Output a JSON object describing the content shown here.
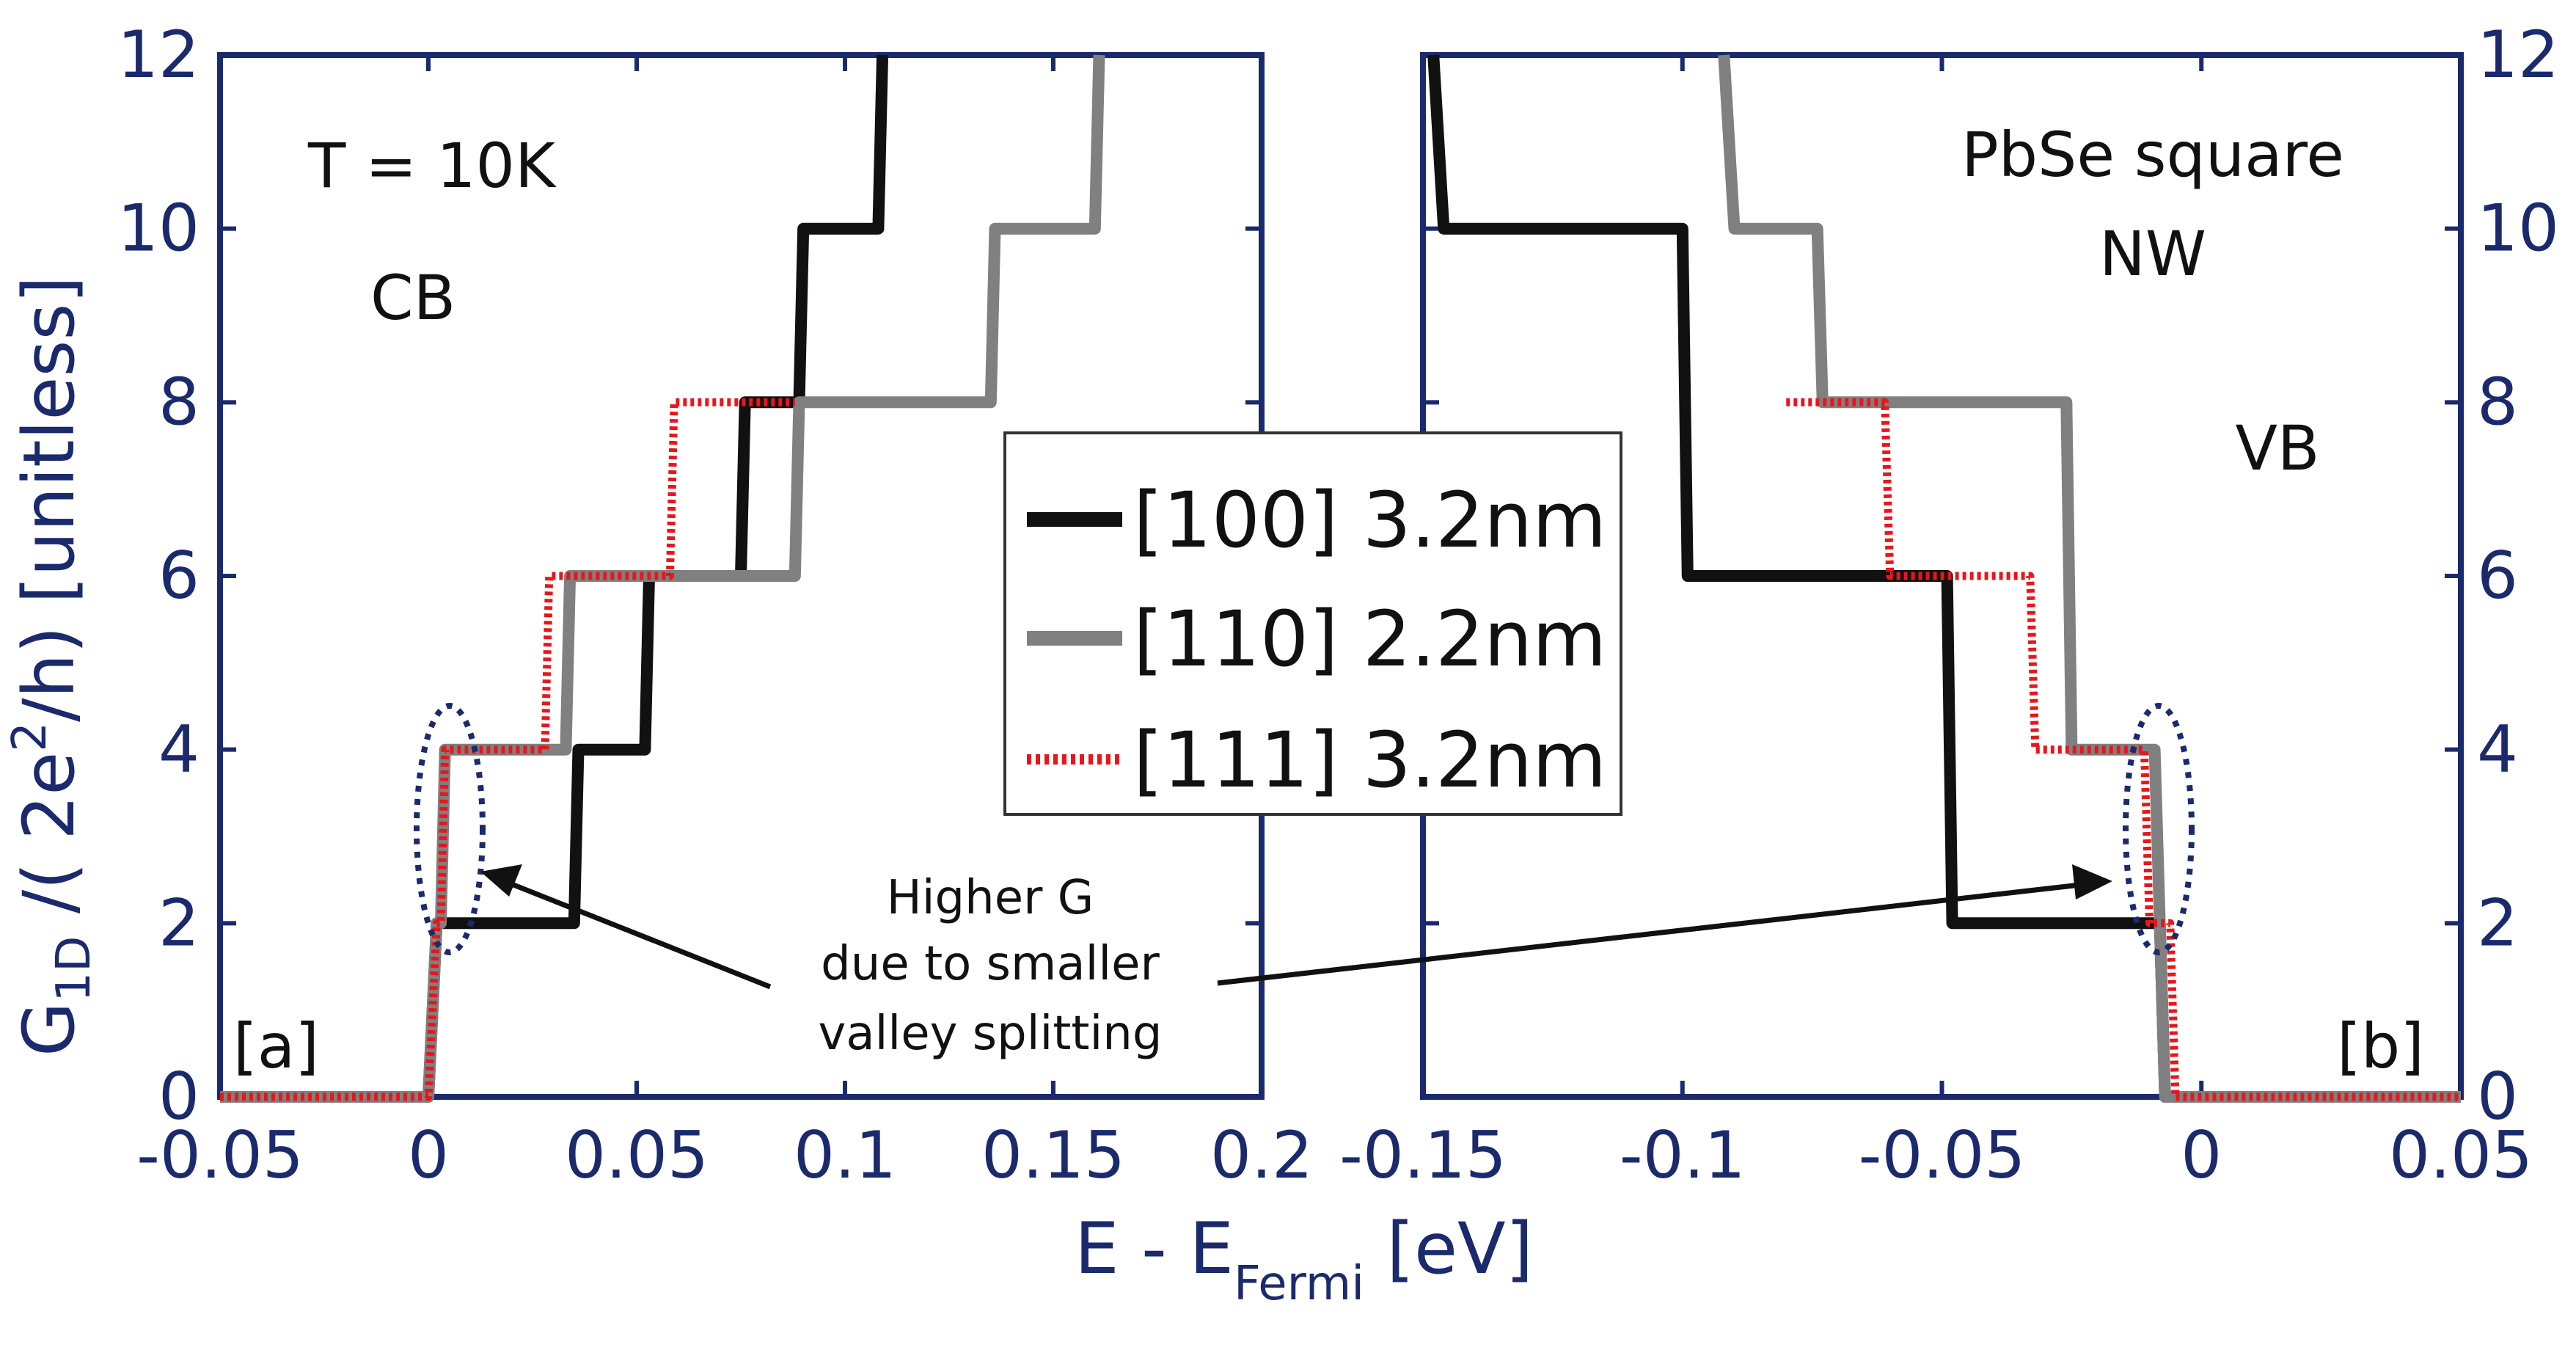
{
  "chart_data": [
    {
      "panel_label": "[a]",
      "type": "line",
      "xlabel_main": "E - E",
      "xlabel_sub": "Fermi",
      "xlabel_unit": " [eV]",
      "ylabel_main": "G",
      "ylabel_sub": "1D",
      "ylabel_rest_1": " /( 2e",
      "ylabel_sup": "2",
      "ylabel_rest_2": "/h) [unitless]",
      "xlim": [
        -0.05,
        0.2
      ],
      "ylim": [
        0,
        12
      ],
      "xticks": [
        "-0.05",
        "0",
        "0.05",
        "0.1",
        "0.15",
        "0.2"
      ],
      "yticks": [
        "0",
        "2",
        "4",
        "6",
        "8",
        "10",
        "12"
      ],
      "annotations": [
        "T = 10K",
        "CB"
      ],
      "series": [
        {
          "name": "[100] 3.2nm",
          "x": [
            -0.05,
            0.0,
            0.002,
            0.035,
            0.036,
            0.052,
            0.053,
            0.075,
            0.076,
            0.089,
            0.09,
            0.108,
            0.109
          ],
          "y": [
            0,
            0,
            2,
            2,
            4,
            4,
            6,
            6,
            8,
            8,
            10,
            10,
            12
          ]
        },
        {
          "name": "[110] 2.2nm",
          "x": [
            -0.05,
            0.0,
            0.002,
            0.003,
            0.004,
            0.033,
            0.034,
            0.088,
            0.089,
            0.135,
            0.136,
            0.16,
            0.161
          ],
          "y": [
            0,
            0,
            2,
            2,
            4,
            4,
            6,
            6,
            8,
            8,
            10,
            10,
            12
          ]
        },
        {
          "name": "[111] 3.2nm",
          "x": [
            -0.05,
            0.0,
            0.002,
            0.003,
            0.004,
            0.028,
            0.029,
            0.058,
            0.059,
            0.088
          ],
          "y": [
            0,
            0,
            2,
            2,
            4,
            4,
            6,
            6,
            8,
            8
          ]
        }
      ]
    },
    {
      "panel_label": "[b]",
      "type": "line",
      "xlim": [
        -0.15,
        0.05
      ],
      "ylim": [
        0,
        12
      ],
      "xticks": [
        "-0.15",
        "-0.1",
        "-0.05",
        "0",
        "0.05"
      ],
      "yticks": [
        "0",
        "2",
        "4",
        "6",
        "8",
        "10",
        "12"
      ],
      "annotations": [
        "PbSe square",
        "NW",
        "VB"
      ],
      "series": [
        {
          "name": "[100] 3.2nm",
          "x": [
            -0.148,
            -0.146,
            -0.1,
            -0.099,
            -0.049,
            -0.048,
            -0.008,
            -0.007,
            0.05
          ],
          "y": [
            12,
            10,
            10,
            6,
            6,
            2,
            2,
            0,
            0
          ]
        },
        {
          "name": "[110] 2.2nm",
          "x": [
            -0.092,
            -0.09,
            -0.074,
            -0.073,
            -0.026,
            -0.025,
            -0.009,
            -0.008,
            -0.007,
            0.05
          ],
          "y": [
            12,
            10,
            10,
            8,
            8,
            4,
            4,
            2,
            0,
            0
          ]
        },
        {
          "name": "[111] 3.2nm",
          "x": [
            -0.08,
            -0.061,
            -0.06,
            -0.033,
            -0.032,
            -0.011,
            -0.01,
            -0.006,
            -0.005,
            0.05
          ],
          "y": [
            8,
            8,
            6,
            6,
            4,
            4,
            2,
            2,
            0,
            0
          ]
        }
      ]
    }
  ],
  "legend": {
    "items": [
      {
        "label": "[100] 3.2nm",
        "color": "#111111",
        "style": "solid"
      },
      {
        "label": "[110] 2.2nm",
        "color": "#808080",
        "style": "solid"
      },
      {
        "label": "[111] 3.2nm",
        "color": "#e8161b",
        "style": "dotted"
      }
    ]
  },
  "callout": {
    "lines": [
      "Higher G",
      "due to smaller",
      "valley splitting"
    ]
  },
  "colors": {
    "axis": "#1a2a6c",
    "ellipse": "#1a2a6c"
  }
}
